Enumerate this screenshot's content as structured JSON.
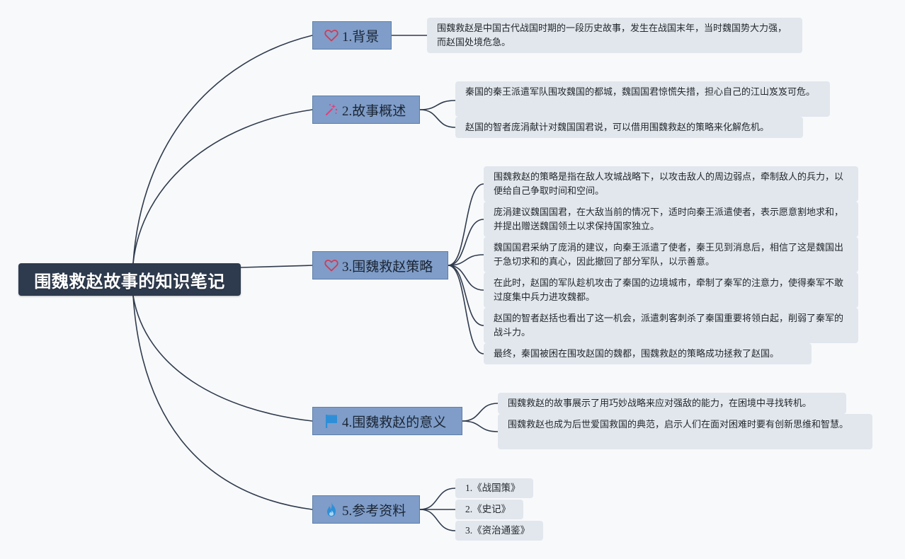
{
  "mindmap": {
    "root": {
      "label": "围魏救赵故事的知识笔记"
    },
    "branches": [
      {
        "label": "1.背景",
        "icon": "heart-icon",
        "items": [
          "围魏救赵是中国古代战国时期的一段历史故事，发生在战国末年，当时魏国势大力强，而赵国处境危急。"
        ]
      },
      {
        "label": "2.故事概述",
        "icon": "sparkle-wand-icon",
        "items": [
          "秦国的秦王派遣军队围攻魏国的都城，魏国国君惊慌失措，担心自己的江山岌岌可危。",
          "赵国的智者庞涓献计对魏国国君说，可以借用围魏救赵的策略来化解危机。"
        ]
      },
      {
        "label": "3.围魏救赵策略",
        "icon": "heart-icon",
        "items": [
          "围魏救赵的策略是指在敌人攻城战略下，以攻击敌人的周边弱点，牵制敌人的兵力，以便给自己争取时间和空间。",
          "庞涓建议魏国国君，在大敌当前的情况下，适时向秦王派遣使者，表示愿意割地求和，并提出赠送魏国领土以求保持国家独立。",
          "魏国国君采纳了庞涓的建议，向秦王派遣了使者，秦王见到消息后，相信了这是魏国出于急切求和的真心，因此撤回了部分军队，以示善意。",
          "在此时，赵国的军队趁机攻击了秦国的边境城市，牵制了秦军的注意力，使得秦军不敢过度集中兵力进攻魏都。",
          "赵国的智者赵括也看出了这一机会，派遣刺客刺杀了秦国重要将领白起，削弱了秦军的战斗力。",
          "最终，秦国被困在围攻赵国的魏都，围魏救赵的策略成功拯救了赵国。"
        ]
      },
      {
        "label": "4.围魏救赵的意义",
        "icon": "flag-icon",
        "items": [
          "围魏救赵的故事展示了用巧妙战略来应对强敌的能力，在困境中寻找转机。",
          "围魏救赵也成为后世爱国救国的典范，启示人们在面对困难时要有创新思维和智慧。"
        ]
      },
      {
        "label": "5.参考资料",
        "icon": "fire-icon",
        "items": [
          "1.《战国策》",
          "2.《史记》",
          "3.《资治通鉴》"
        ]
      }
    ]
  },
  "colors": {
    "background": "#f8f9fb",
    "root_fill": "#2e3b4e",
    "branch_fill": "#7f9dc8",
    "leaf_fill": "#e2e7ee",
    "connector": "#2f3b4d",
    "heart_icon": "#d23a55",
    "wand_icon": "#e0407a",
    "flag_icon": "#2e8fd8",
    "fire_icon": "#2e8fd8"
  }
}
